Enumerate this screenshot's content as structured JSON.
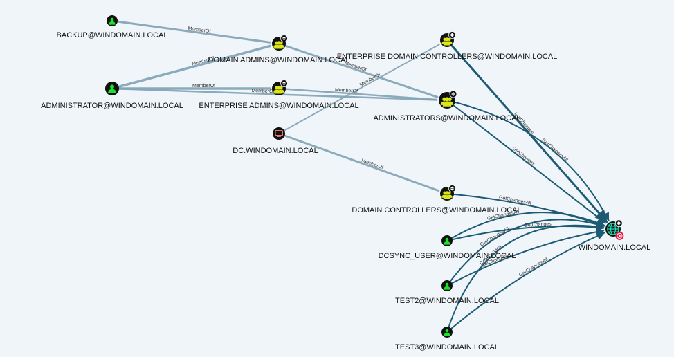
{
  "graph": {
    "nodes": [
      {
        "id": "backup",
        "label": "BACKUP@WINDOMAIN.LOCAL",
        "kind": "user"
      },
      {
        "id": "domain_admins",
        "label": "DOMAIN ADMINS@WINDOMAIN.LOCAL",
        "kind": "group",
        "highvalue": true
      },
      {
        "id": "ent_dcs",
        "label": "ENTERPRISE DOMAIN CONTROLLERS@WINDOMAIN.LOCAL",
        "kind": "group",
        "highvalue": true
      },
      {
        "id": "administrator",
        "label": "ADMINISTRATOR@WINDOMAIN.LOCAL",
        "kind": "user-large"
      },
      {
        "id": "ent_admins",
        "label": "ENTERPRISE ADMINS@WINDOMAIN.LOCAL",
        "kind": "group",
        "highvalue": true
      },
      {
        "id": "administrators",
        "label": "ADMINISTRATORS@WINDOMAIN.LOCAL",
        "kind": "group",
        "highvalue": true
      },
      {
        "id": "dc",
        "label": "DC.WINDOMAIN.LOCAL",
        "kind": "computer"
      },
      {
        "id": "domain_controllers",
        "label": "DOMAIN CONTROLLERS@WINDOMAIN.LOCAL",
        "kind": "group",
        "highvalue": true
      },
      {
        "id": "dcsync_user",
        "label": "DCSYNC_USER@WINDOMAIN.LOCAL",
        "kind": "user"
      },
      {
        "id": "test2",
        "label": "TEST2@WINDOMAIN.LOCAL",
        "kind": "user"
      },
      {
        "id": "test3",
        "label": "TEST3@WINDOMAIN.LOCAL",
        "kind": "user"
      },
      {
        "id": "windomain",
        "label": "WINDOMAIN.LOCAL",
        "kind": "domain",
        "highvalue": true,
        "target": true
      }
    ],
    "edges": [
      {
        "from": "backup",
        "to": "domain_admins",
        "label": "MemberOf",
        "style": "memberof"
      },
      {
        "from": "administrator",
        "to": "domain_admins",
        "label": "MemberOf",
        "style": "memberof"
      },
      {
        "from": "administrator",
        "to": "ent_admins",
        "label": "MemberOf",
        "style": "memberof"
      },
      {
        "from": "administrator",
        "to": "administrators",
        "label": "MemberOf",
        "style": "memberof"
      },
      {
        "from": "domain_admins",
        "to": "administrators",
        "label": "MemberOf",
        "style": "memberof"
      },
      {
        "from": "ent_admins",
        "to": "administrators",
        "label": "MemberOf",
        "style": "memberof"
      },
      {
        "from": "dc",
        "to": "ent_dcs",
        "label": "MemberOf",
        "style": "memberof"
      },
      {
        "from": "dc",
        "to": "domain_controllers",
        "label": "MemberOf",
        "style": "memberof"
      },
      {
        "from": "ent_dcs",
        "to": "windomain",
        "label": "GetChanges",
        "style": "rights"
      },
      {
        "from": "administrators",
        "to": "windomain",
        "label": "GetChangesAll",
        "style": "rights"
      },
      {
        "from": "administrators",
        "to": "windomain",
        "label": "GetChanges",
        "style": "rights"
      },
      {
        "from": "domain_controllers",
        "to": "windomain",
        "label": "GetChangesAll",
        "style": "rights"
      },
      {
        "from": "dcsync_user",
        "to": "windomain",
        "label": "GetChanges",
        "style": "rights"
      },
      {
        "from": "dcsync_user",
        "to": "windomain",
        "label": "GetChangesAll",
        "style": "rights"
      },
      {
        "from": "test2",
        "to": "windomain",
        "label": "GetChanges",
        "style": "rights"
      },
      {
        "from": "test2",
        "to": "windomain",
        "label": "GetChangesAll",
        "style": "rights"
      },
      {
        "from": "test3",
        "to": "windomain",
        "label": "GetChangesAll",
        "style": "rights"
      },
      {
        "from": "test3",
        "to": "windomain",
        "label": "GetChanges",
        "style": "rights"
      }
    ]
  },
  "colors": {
    "background": "#f0f5fa",
    "user": "#17e625",
    "group": "#dbe617",
    "computer": "#e67873",
    "domain": "#17e6b9",
    "memberof_edge": "#7fa3b5",
    "rights_edge": "#1d5a74",
    "target_badge": "#e6173d"
  },
  "icons": {
    "user": "person-icon",
    "group": "people-icon",
    "computer": "monitor-icon",
    "domain": "globe-icon",
    "highvalue": "diamond-icon",
    "target": "target-icon"
  }
}
